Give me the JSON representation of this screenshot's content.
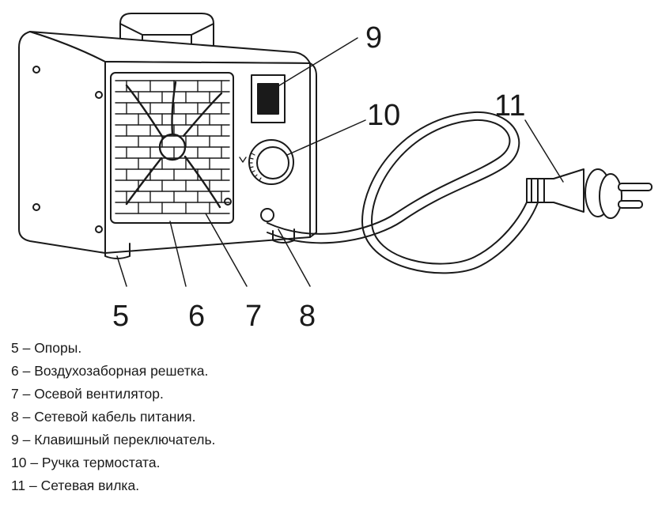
{
  "figure": {
    "callouts": [
      "5",
      "6",
      "7",
      "8",
      "9",
      "10",
      "11"
    ],
    "legend": [
      "5 – Опоры.",
      "6 – Воздухозаборная решетка.",
      "7 – Осевой вентилятор.",
      "8 – Сетевой кабель питания.",
      "9 – Клавишный переключатель.",
      "10 – Ручка термостата.",
      "11 – Сетевая вилка."
    ]
  }
}
